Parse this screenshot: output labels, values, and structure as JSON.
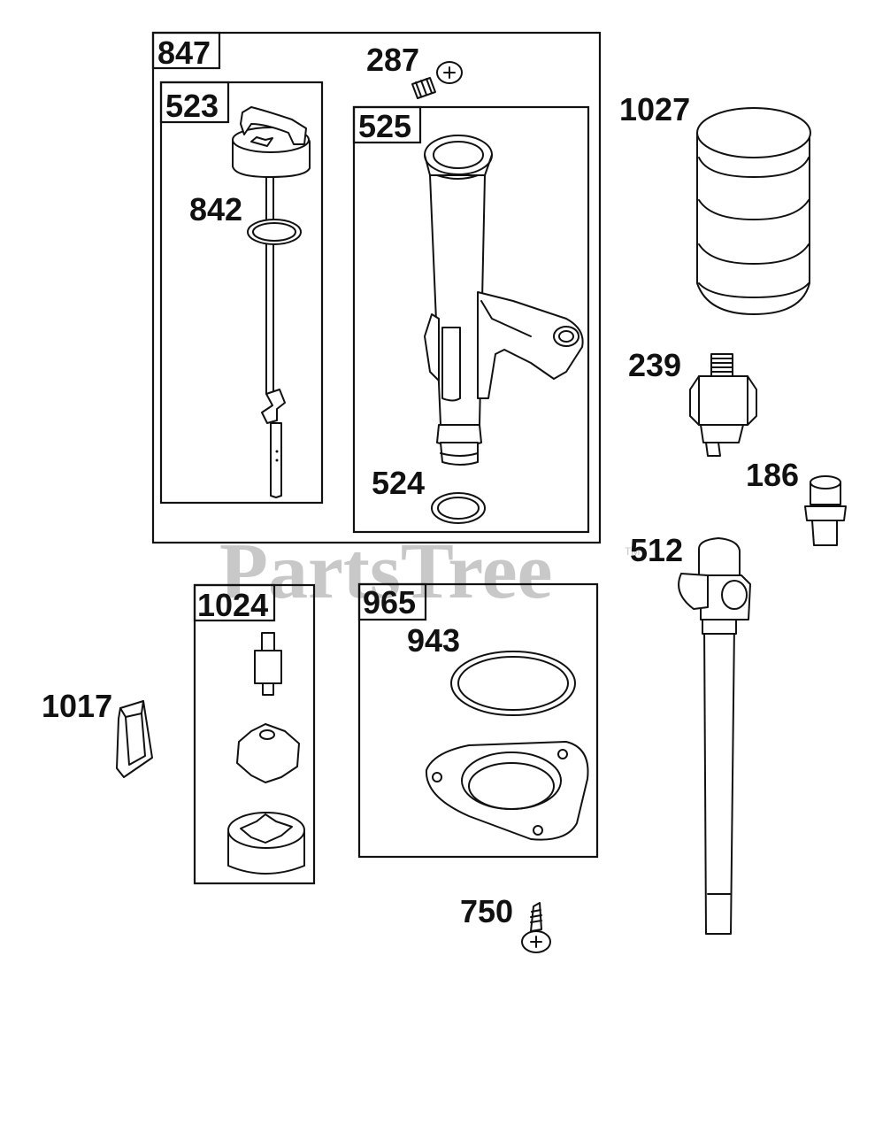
{
  "watermark": {
    "text": "PartsTree",
    "tm": "TM"
  },
  "labels": {
    "l847": "847",
    "l287": "287",
    "l1027": "1027",
    "l523": "523",
    "l525": "525",
    "l842": "842",
    "l524": "524",
    "l239": "239",
    "l186": "186",
    "l512": "512",
    "l1024": "1024",
    "l965": "965",
    "l943": "943",
    "l1017": "1017",
    "l750": "750"
  }
}
